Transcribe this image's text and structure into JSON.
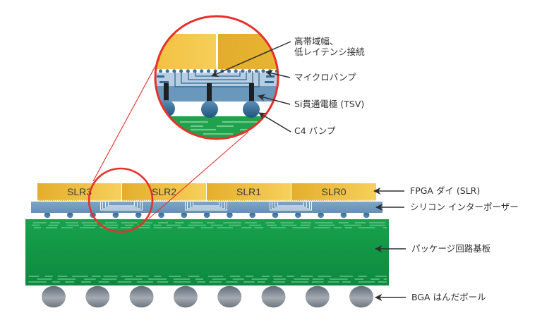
{
  "diagram": {
    "dies": [
      {
        "label": "SLR3"
      },
      {
        "label": "SLR2"
      },
      {
        "label": "SLR1"
      },
      {
        "label": "SLR0"
      }
    ],
    "callouts": {
      "fpga_die": "FPGA ダイ (SLR)",
      "interposer": "シリコン インターポーザー",
      "package_substrate": "パッケージ回路基板",
      "bga_balls": "BGA はんだボール"
    },
    "zoom_callouts": {
      "high_bandwidth_line1": "高帯域幅、",
      "high_bandwidth_line2": "低レイテンシ接続",
      "microbump": "マイクロバンプ",
      "tsv": "Si貫通電極 (TSV)",
      "c4_bump": "C4 バンプ"
    },
    "counts": {
      "c4_bumps": 15,
      "bga_balls": 8,
      "zoom_tsvs": 3
    },
    "colors": {
      "die_dark": "#e4ae2c",
      "die_light": "#f7d05b",
      "interposer": "#6f99bd",
      "interposer_light": "#b8cde2",
      "substrate_top": "#17a24c",
      "substrate_bottom": "#0d8a3e",
      "trace": "#7ccb95",
      "bump": "#3b74a0",
      "ball_dark": "#5e6a77",
      "ball_light": "#a3aab2",
      "highlight": "#e8302a",
      "tsv": "#1f1f1f"
    }
  }
}
